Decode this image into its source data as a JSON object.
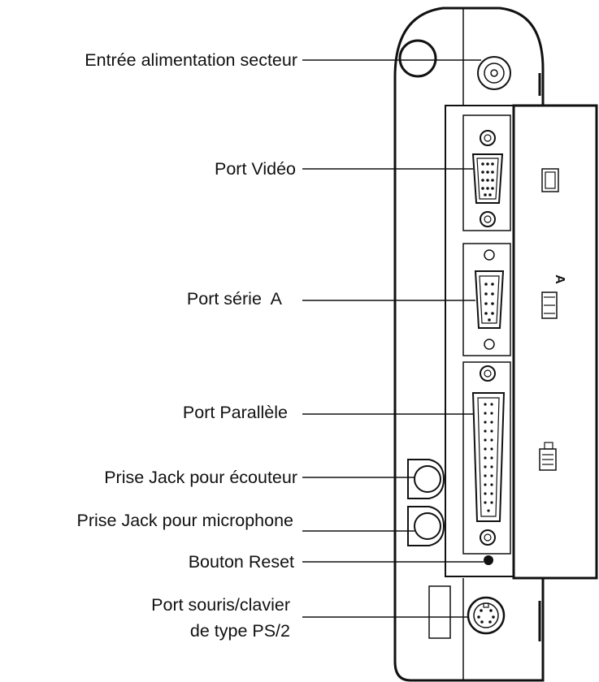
{
  "labels": {
    "power": "Entrée alimentation secteur",
    "video": "Port Vidéo",
    "serial": "Port série  A",
    "parallel": "Port Parallèle",
    "headphone": "Prise Jack pour écouteur",
    "microphone": "Prise Jack pour microphone",
    "reset": "Bouton Reset",
    "ps2_line1": "Port souris/clavier",
    "ps2_line2": "de type PS/2"
  },
  "door_marks": {
    "serial_letter": "A"
  }
}
